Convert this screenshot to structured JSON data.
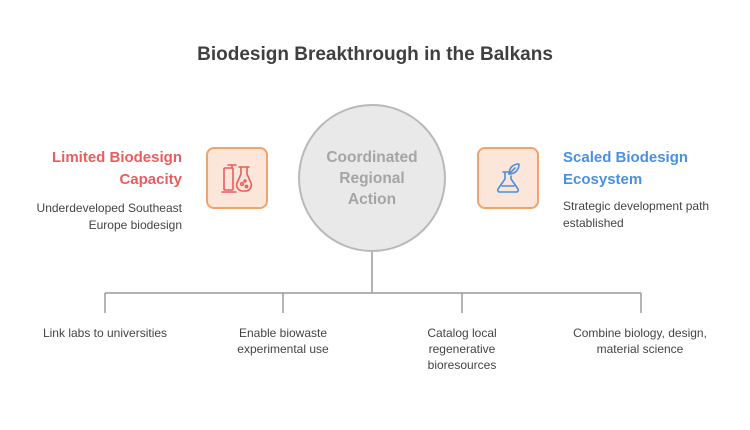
{
  "title": "Biodesign Breakthrough in the Balkans",
  "center": {
    "label": "Coordinated Regional Action"
  },
  "left": {
    "title": "Limited Biodesign Capacity",
    "description": "Underdeveloped Southeast Europe biodesign",
    "icon": "lab-flask-icon"
  },
  "right": {
    "title": "Scaled Biodesign Ecosystem",
    "description": "Strategic development path established",
    "icon": "plant-flask-icon"
  },
  "actions": [
    {
      "label": "Link labs to universities"
    },
    {
      "label": "Enable biowaste experimental use"
    },
    {
      "label": "Catalog local regenerative bioresources"
    },
    {
      "label": "Combine biology, design, material science"
    }
  ],
  "colors": {
    "left_title": "#e85d5d",
    "right_title": "#4a90e2",
    "icon_border": "#f0a36b",
    "icon_fill": "#fbe6d9",
    "circle_fill": "#e9e9e9",
    "connector": "#9a9a9a"
  }
}
